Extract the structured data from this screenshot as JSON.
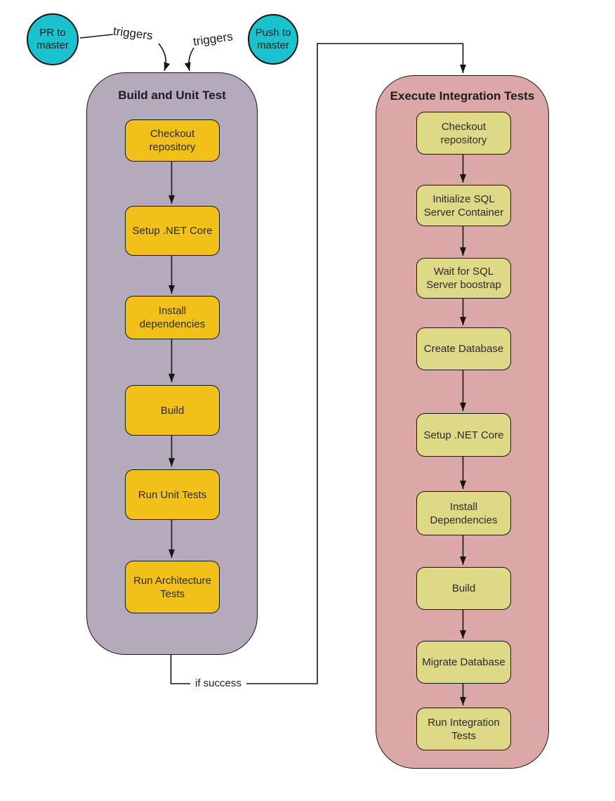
{
  "diagram": {
    "trigger_nodes": [
      {
        "label": "PR to master"
      },
      {
        "label": "Push to master"
      }
    ],
    "edge_labels": {
      "trigger_left": "triggers",
      "trigger_right": "triggers",
      "if_success": "if success"
    },
    "pipelines": [
      {
        "title": "Build and Unit Test",
        "steps": [
          "Checkout repository",
          "Setup .NET Core",
          "Install dependencies",
          "Build",
          "Run Unit Tests",
          "Run Architecture Tests"
        ]
      },
      {
        "title": "Execute Integration Tests",
        "steps": [
          "Checkout repository",
          "Initialize SQL Server Container",
          "Wait for SQL Server boostrap",
          "Create Database",
          "Setup .NET Core",
          "Install Dependencies",
          "Build",
          "Migrate Database",
          "Run Integration Tests"
        ]
      }
    ],
    "colors": {
      "trigger_node": "#1bc2ce",
      "build_group_bg": "#b5aabc",
      "build_step_bg": "#f1c019",
      "integration_group_bg": "#dba8a7",
      "integration_step_bg": "#ded987",
      "stroke": "#161616"
    }
  }
}
